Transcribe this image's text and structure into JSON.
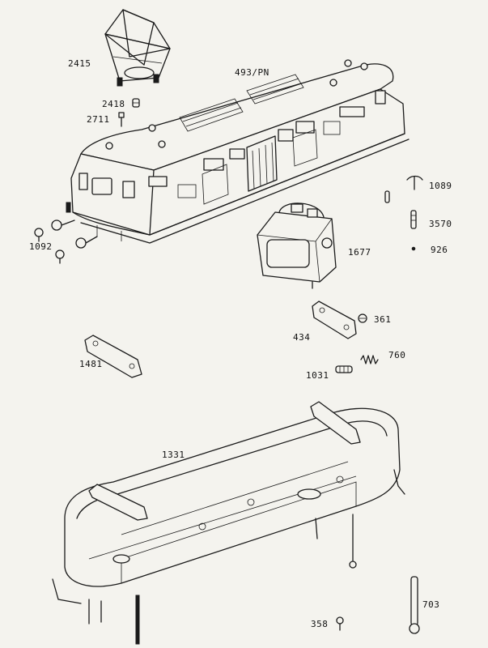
{
  "labels": {
    "pantograph": "2415",
    "body": "493/PN",
    "part_2418": "2418",
    "part_2711": "2711",
    "part_1089": "1089",
    "part_3570": "3570",
    "part_926": "926",
    "part_1092": "1092",
    "motor": "1677",
    "part_361": "361",
    "part_434": "434",
    "part_1481": "1481",
    "part_760": "760",
    "part_1031": "1031",
    "chassis": "1331",
    "part_703": "703",
    "part_358": "358"
  }
}
